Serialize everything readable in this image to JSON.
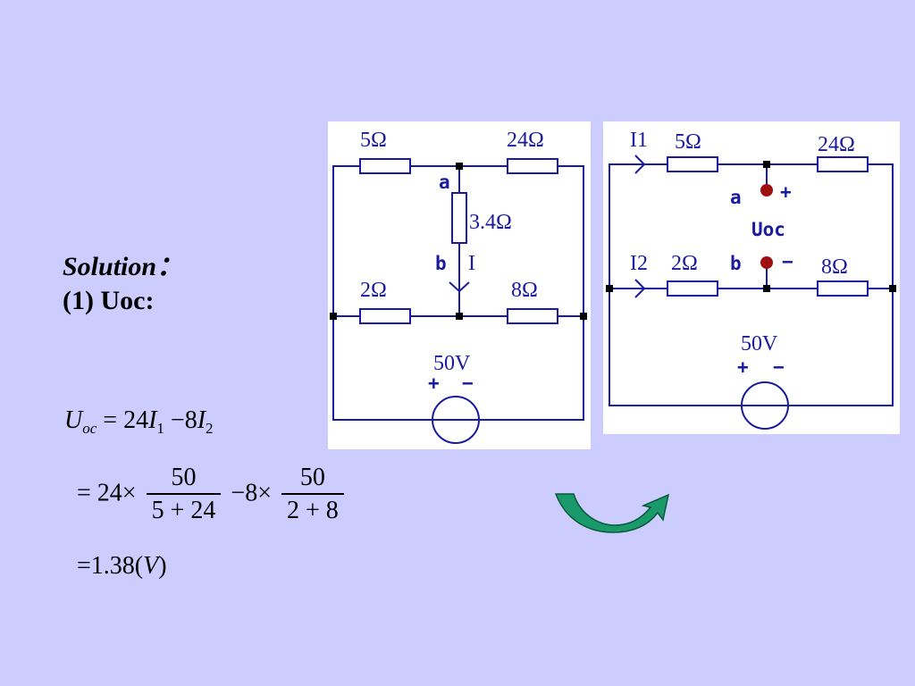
{
  "heading": {
    "solution": "Solution：",
    "step": "(1) Uoc:"
  },
  "equations": {
    "line1": {
      "lhs_symbol": "U",
      "lhs_sub": "oc",
      "eq": "=",
      "c1": "24",
      "v1": "I",
      "v1_sub": "1",
      "minus": "−",
      "c2": "8",
      "v2": "I",
      "v2_sub": "2"
    },
    "line2": {
      "eq": "=",
      "c1": "24",
      "times": "×",
      "f1_num": "50",
      "f1_den": "5 + 24",
      "minus": "−",
      "c2": "8",
      "f2_num": "50",
      "f2_den": "2 + 8"
    },
    "line3": {
      "eq": "=",
      "value": "1.38(",
      "unit": "V",
      "close": ")"
    }
  },
  "circuit_left": {
    "r_top_left": "5Ω",
    "r_top_right": "24Ω",
    "r_middle": "3.4Ω",
    "r_bottom_left": "2Ω",
    "r_bottom_right": "8Ω",
    "node_a": "a",
    "node_b": "b",
    "current": "I",
    "source": "50V",
    "plus": "+",
    "minus": "−"
  },
  "circuit_right": {
    "i1": "I1",
    "i2": "I2",
    "r_top_left": "5Ω",
    "r_top_right": "24Ω",
    "r_bottom_left": "2Ω",
    "r_bottom_right": "8Ω",
    "node_a": "a",
    "node_b": "b",
    "plus_a": "+",
    "minus_b": "−",
    "uoc": "Uoc",
    "source": "50V",
    "plus": "+",
    "minus": "−"
  },
  "colors": {
    "background": "#ccccff",
    "wire": "#1a1aa0",
    "terminal": "#a01010",
    "arrow": "#1a9a6a"
  },
  "icons": {
    "next": "curved-arrow-icon"
  }
}
